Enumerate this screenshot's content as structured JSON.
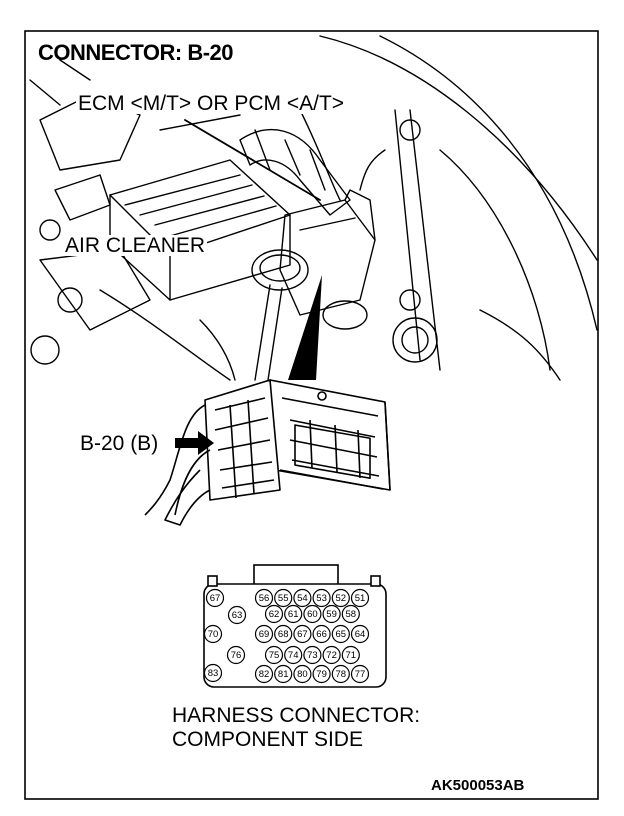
{
  "title": "CONNECTOR: B-20",
  "labels": {
    "ecm": "ECM <M/T> OR PCM <A/T>",
    "air_cleaner": "AIR CLEANER",
    "connector_ref": "B-20 (B)"
  },
  "caption": {
    "line1": "HARNESS CONNECTOR:",
    "line2": "COMPONENT SIDE"
  },
  "figure_code": "AK500053AB",
  "pins": {
    "row1": [
      "56",
      "55",
      "54",
      "53",
      "52",
      "51"
    ],
    "row2": [
      "62",
      "61",
      "60",
      "59",
      "58"
    ],
    "row3": [
      "69",
      "68",
      "67",
      "66",
      "65",
      "64"
    ],
    "row4": [
      "75",
      "74",
      "73",
      "72",
      "71"
    ],
    "row5": [
      "82",
      "81",
      "80",
      "79",
      "78",
      "77"
    ],
    "left": [
      "67",
      "63",
      "70",
      "76",
      "83"
    ]
  }
}
